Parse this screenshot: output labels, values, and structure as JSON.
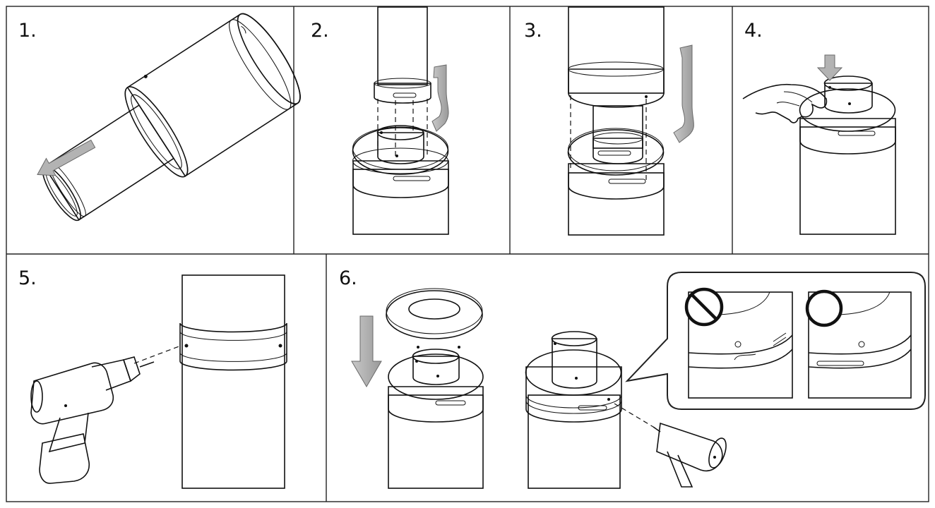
{
  "steps": [
    {
      "label": "1."
    },
    {
      "label": "2."
    },
    {
      "label": "3."
    },
    {
      "label": "4."
    },
    {
      "label": "5."
    },
    {
      "label": "6."
    }
  ],
  "colors": {
    "outline": "#111111",
    "ring_dark": "#909090",
    "pipe_light": "#f4f4f4",
    "pipe_mid": "#cfcfcf",
    "arrow_fill": "#b3b3b3"
  },
  "inset": {
    "wrong_icon": "prohibited-icon",
    "right_icon": "correct-circle-icon"
  }
}
